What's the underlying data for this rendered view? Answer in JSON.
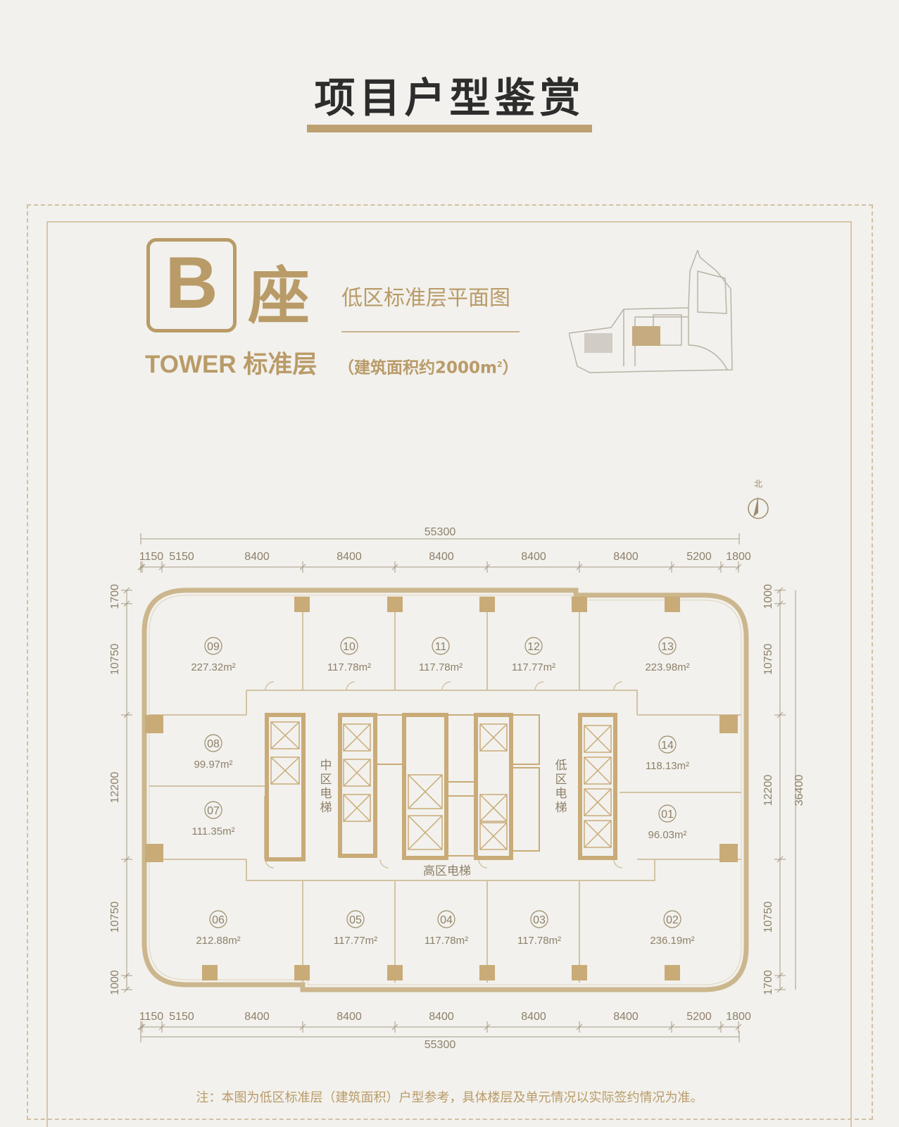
{
  "page": {
    "title": "项目户型鉴赏",
    "tower_letter": "B",
    "tower_char": "座",
    "tower_label": "TOWER 标准层",
    "subtitle": "低区标准层平面图",
    "area_note_prefix": "（建筑面积约2000m",
    "area_note_sup": "2",
    "area_note_suffix": "）",
    "footnote": "注：本图为低区标准层（建筑面积）户型参考，具体楼层及单元情况以实际签约情况为准。"
  },
  "plan": {
    "north_label": "北",
    "total_width_top": "55300",
    "total_width_bottom": "55300",
    "total_depth": "36400",
    "top_segments": [
      "1150",
      "5150",
      "8400",
      "8400",
      "8400",
      "8400",
      "8400",
      "5200",
      "1800"
    ],
    "bottom_segments": [
      "1150",
      "5150",
      "8400",
      "8400",
      "8400",
      "8400",
      "8400",
      "5200",
      "1800"
    ],
    "left_segments": [
      "1700",
      "10750",
      "12200",
      "10750",
      "1000"
    ],
    "right_segments": [
      "1000",
      "10750",
      "12200",
      "10750",
      "1700"
    ],
    "elevator_labels": {
      "mid": "中区电梯",
      "low": "低区电梯",
      "high": "高区电梯"
    },
    "units": [
      {
        "no": "09",
        "area": "227.32m²"
      },
      {
        "no": "10",
        "area": "117.78m²"
      },
      {
        "no": "11",
        "area": "117.78m²"
      },
      {
        "no": "12",
        "area": "117.77m²"
      },
      {
        "no": "13",
        "area": "223.98m²"
      },
      {
        "no": "08",
        "area": "99.97m²"
      },
      {
        "no": "14",
        "area": "118.13m²"
      },
      {
        "no": "07",
        "area": "111.35m²"
      },
      {
        "no": "01",
        "area": "96.03m²"
      },
      {
        "no": "06",
        "area": "212.88m²"
      },
      {
        "no": "05",
        "area": "117.77m²"
      },
      {
        "no": "04",
        "area": "117.78m²"
      },
      {
        "no": "03",
        "area": "117.78m²"
      },
      {
        "no": "02",
        "area": "236.19m²"
      }
    ]
  },
  "colors": {
    "gold": "#b99b68",
    "wall": "#c9ab78",
    "line": "#cdbb9a",
    "background": "#f2f1ed"
  }
}
